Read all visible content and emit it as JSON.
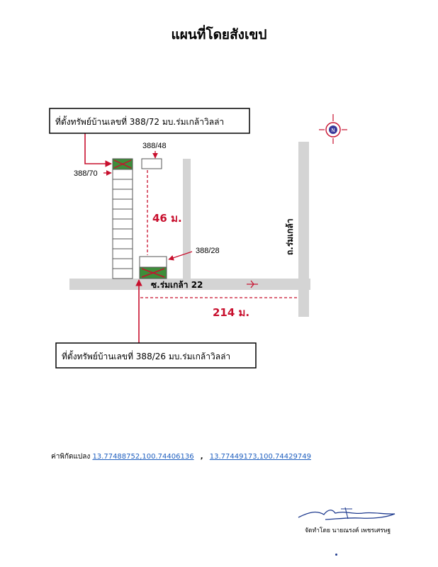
{
  "title": "แผนที่โดยสังเขป",
  "colors": {
    "arrow": "#c8102e",
    "road": "#d4d4d4",
    "plot": "#3e8e3a",
    "link": "#1f5fbf"
  },
  "callouts": {
    "top": "ที่ตั้งทรัพย์บ้านเลขที่ 388/72 มบ.ร่มเกล้าวิลล่า",
    "bottom": "ที่ตั้งทรัพย์บ้านเลขที่ 388/26 มบ.ร่มเกล้าวิลล่า"
  },
  "house_numbers": {
    "h48": "388/48",
    "h70": "388/70",
    "h28": "388/28"
  },
  "distances": {
    "vertical": "46 ม.",
    "horizontal": "214 ม."
  },
  "roads": {
    "soi": "ซ.ร่มเกล้า 22",
    "main": "ถ.ร่มเกล้า"
  },
  "compass": {
    "icon": "north-compass-icon",
    "letter": "N"
  },
  "coordinates": {
    "label": "ค่าพิกัดแปลง",
    "first": "13.77488752,100.74406136",
    "separator": ",",
    "second": "13.77449173,100.74429749"
  },
  "footer": {
    "prepared_by": "จัดทำโดย นายณรงค์ เพชรเศรษฐ"
  }
}
